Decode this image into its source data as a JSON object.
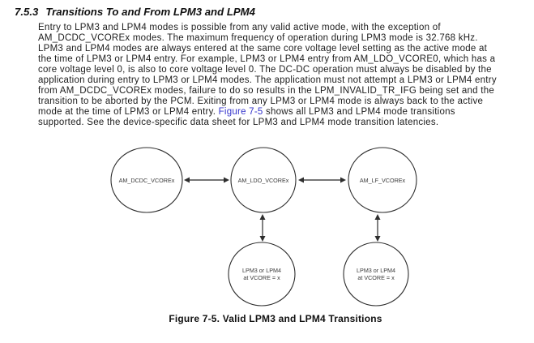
{
  "colors": {
    "background": "#ffffff",
    "text": "#1d1d1d",
    "link": "#3333cc",
    "diagram_stroke": "#2e2e2e"
  },
  "section": {
    "number": "7.5.3",
    "title": "Transitions To and From LPM3 and LPM4"
  },
  "paragraph": {
    "before_link": "Entry to LPM3 and LPM4 modes is possible from any valid active mode, with the exception of AM_DCDC_VCOREx modes. The maximum frequency of operation during LPM3 mode is 32.768 kHz. LPM3 and LPM4 modes are always entered at the same core voltage level setting as the active mode at the time of LPM3 or LPM4 entry. For example, LPM3 or LPM4 entry from AM_LDO_VCORE0, which has a core voltage level 0, is also to core voltage level 0. The DC-DC operation must always be disabled by the application during entry to LPM3 or LPM4 modes. The application must not attempt a LPM3 or LPM4 entry from AM_DCDC_VCOREx modes, failure to do so results in the LPM_INVALID_TR_IFG being set and the transition to be aborted by the PCM. Exiting from any LPM3 or LPM4 mode is always back to the active mode at the time of LPM3 or LPM4 entry. ",
    "link_text": "Figure 7-5",
    "after_link": " shows all LPM3 and LPM4 mode transitions supported. See the device-specific data sheet for LPM3 and LPM4 mode transition latencies."
  },
  "diagram": {
    "type": "state-transition-diagram",
    "nodes": [
      {
        "label": "AM_DCDC_VCOREx"
      },
      {
        "label": "AM_LDO_VCOREx"
      },
      {
        "label": "AM_LF_VCOREx"
      },
      {
        "label_line1": "LPM3 or LPM4",
        "label_line2": "at VCORE = x"
      },
      {
        "label_line1": "LPM3 or LPM4",
        "label_line2": "at VCORE = x"
      }
    ],
    "edges": [
      {
        "from": "AM_DCDC_VCOREx",
        "to": "AM_LDO_VCOREx",
        "style": "bidirectional"
      },
      {
        "from": "AM_LDO_VCOREx",
        "to": "AM_LF_VCOREx",
        "style": "bidirectional"
      },
      {
        "from": "AM_LDO_VCOREx",
        "to": "LPM3 or LPM4 at VCORE = x",
        "style": "bidirectional"
      },
      {
        "from": "AM_LF_VCOREx",
        "to": "LPM3 or LPM4 at VCORE = x",
        "style": "bidirectional"
      }
    ]
  },
  "figure": {
    "caption": "Figure 7-5. Valid LPM3 and LPM4 Transitions"
  }
}
